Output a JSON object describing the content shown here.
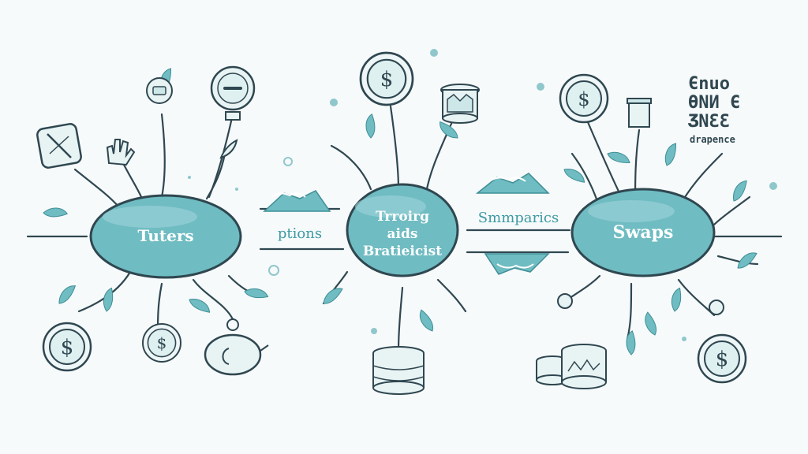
{
  "colors": {
    "background": "#f7fafb",
    "node_fill": "#6fbcc2",
    "node_stroke": "#2f4750",
    "ink": "#2f4750",
    "leaf": "#6fbcc2",
    "label_text": "#3f9aa4"
  },
  "nodes": {
    "left": {
      "label": "Tuters"
    },
    "center": {
      "line1": "Trroirg",
      "line2": "aids",
      "line3": "Bratieicist"
    },
    "right": {
      "label": "Swaps"
    }
  },
  "connector_labels": {
    "left_mid": "ptions",
    "right_mid": "Smmparics"
  },
  "corner_logo": {
    "line1": "Єnuo",
    "line2": "ѲNИ Є",
    "line3": "ƷNƐƐ",
    "line4": "drapence"
  },
  "icons": {
    "currency": "dollar-coin-icon",
    "leaf": "leaf-icon",
    "hand": "hand-icon",
    "stack": "coin-stack-icon",
    "piggy": "piggy-bank-icon",
    "jar": "jar-icon",
    "bowl": "bowl-icon"
  },
  "coin_symbol": "$"
}
